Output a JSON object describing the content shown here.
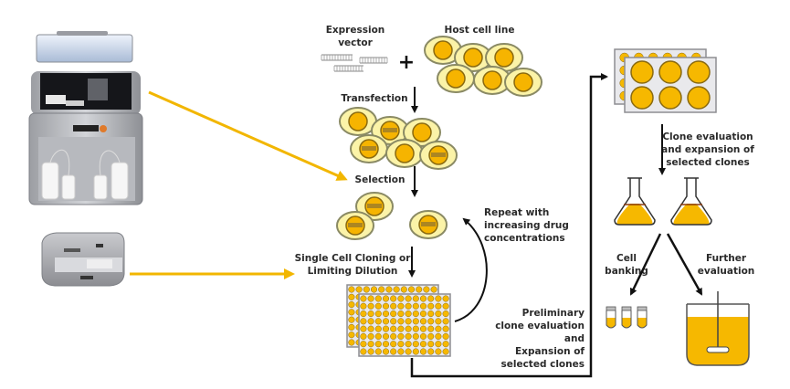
{
  "title": "Cell line development workflow",
  "colors": {
    "cell_outer_fill": "#fbf3a8",
    "cell_outer_stroke": "#8a8a64",
    "nucleus_fill": "#f6b400",
    "nucleus_stroke": "#8a6a10",
    "vector_band": "#9a7a2a",
    "connector_yellow": "#f2b600",
    "arrow_black": "#111111",
    "plate_bg": "#e9e9ec",
    "plate_stroke": "#8d8d92",
    "media": "#f6b800"
  },
  "equipment": [
    {
      "name": "Automated colony picker instrument",
      "target": "Selection"
    },
    {
      "name": "Plate imager / cell cloning instrument",
      "target": "Single Cell Cloning or Limiting Dilution"
    }
  ],
  "labels": {
    "expression_vector": [
      "Expression",
      "vector"
    ],
    "host_cell_line": "Host cell line",
    "plus": "+",
    "transfection": "Transfection",
    "selection": "Selection",
    "repeat": [
      "Repeat with",
      "increasing drug",
      "concentrations"
    ],
    "single_cell": [
      "Single Cell Cloning or",
      "Limiting Dilution"
    ],
    "preliminary": [
      "Preliminary",
      "clone evaluation",
      "and",
      "Expansion of",
      "selected clones"
    ],
    "clone_eval": [
      "Clone evaluation",
      "and expansion of",
      "selected clones"
    ],
    "cell_banking": [
      "Cell",
      "banking"
    ],
    "further_eval": [
      "Further",
      "evaluation"
    ]
  },
  "stages": {
    "host_cells": 6,
    "transfected_cells": 6,
    "transfected_with_vector": [
      false,
      true,
      false,
      true,
      false,
      true
    ],
    "selected_cells": 3,
    "plate96": {
      "rows": 8,
      "cols": 12,
      "plates": 2
    },
    "plate6": {
      "rows": 2,
      "cols": 3,
      "plates": 2
    },
    "flasks": 2,
    "vials": 3,
    "bioreactors": 1
  }
}
